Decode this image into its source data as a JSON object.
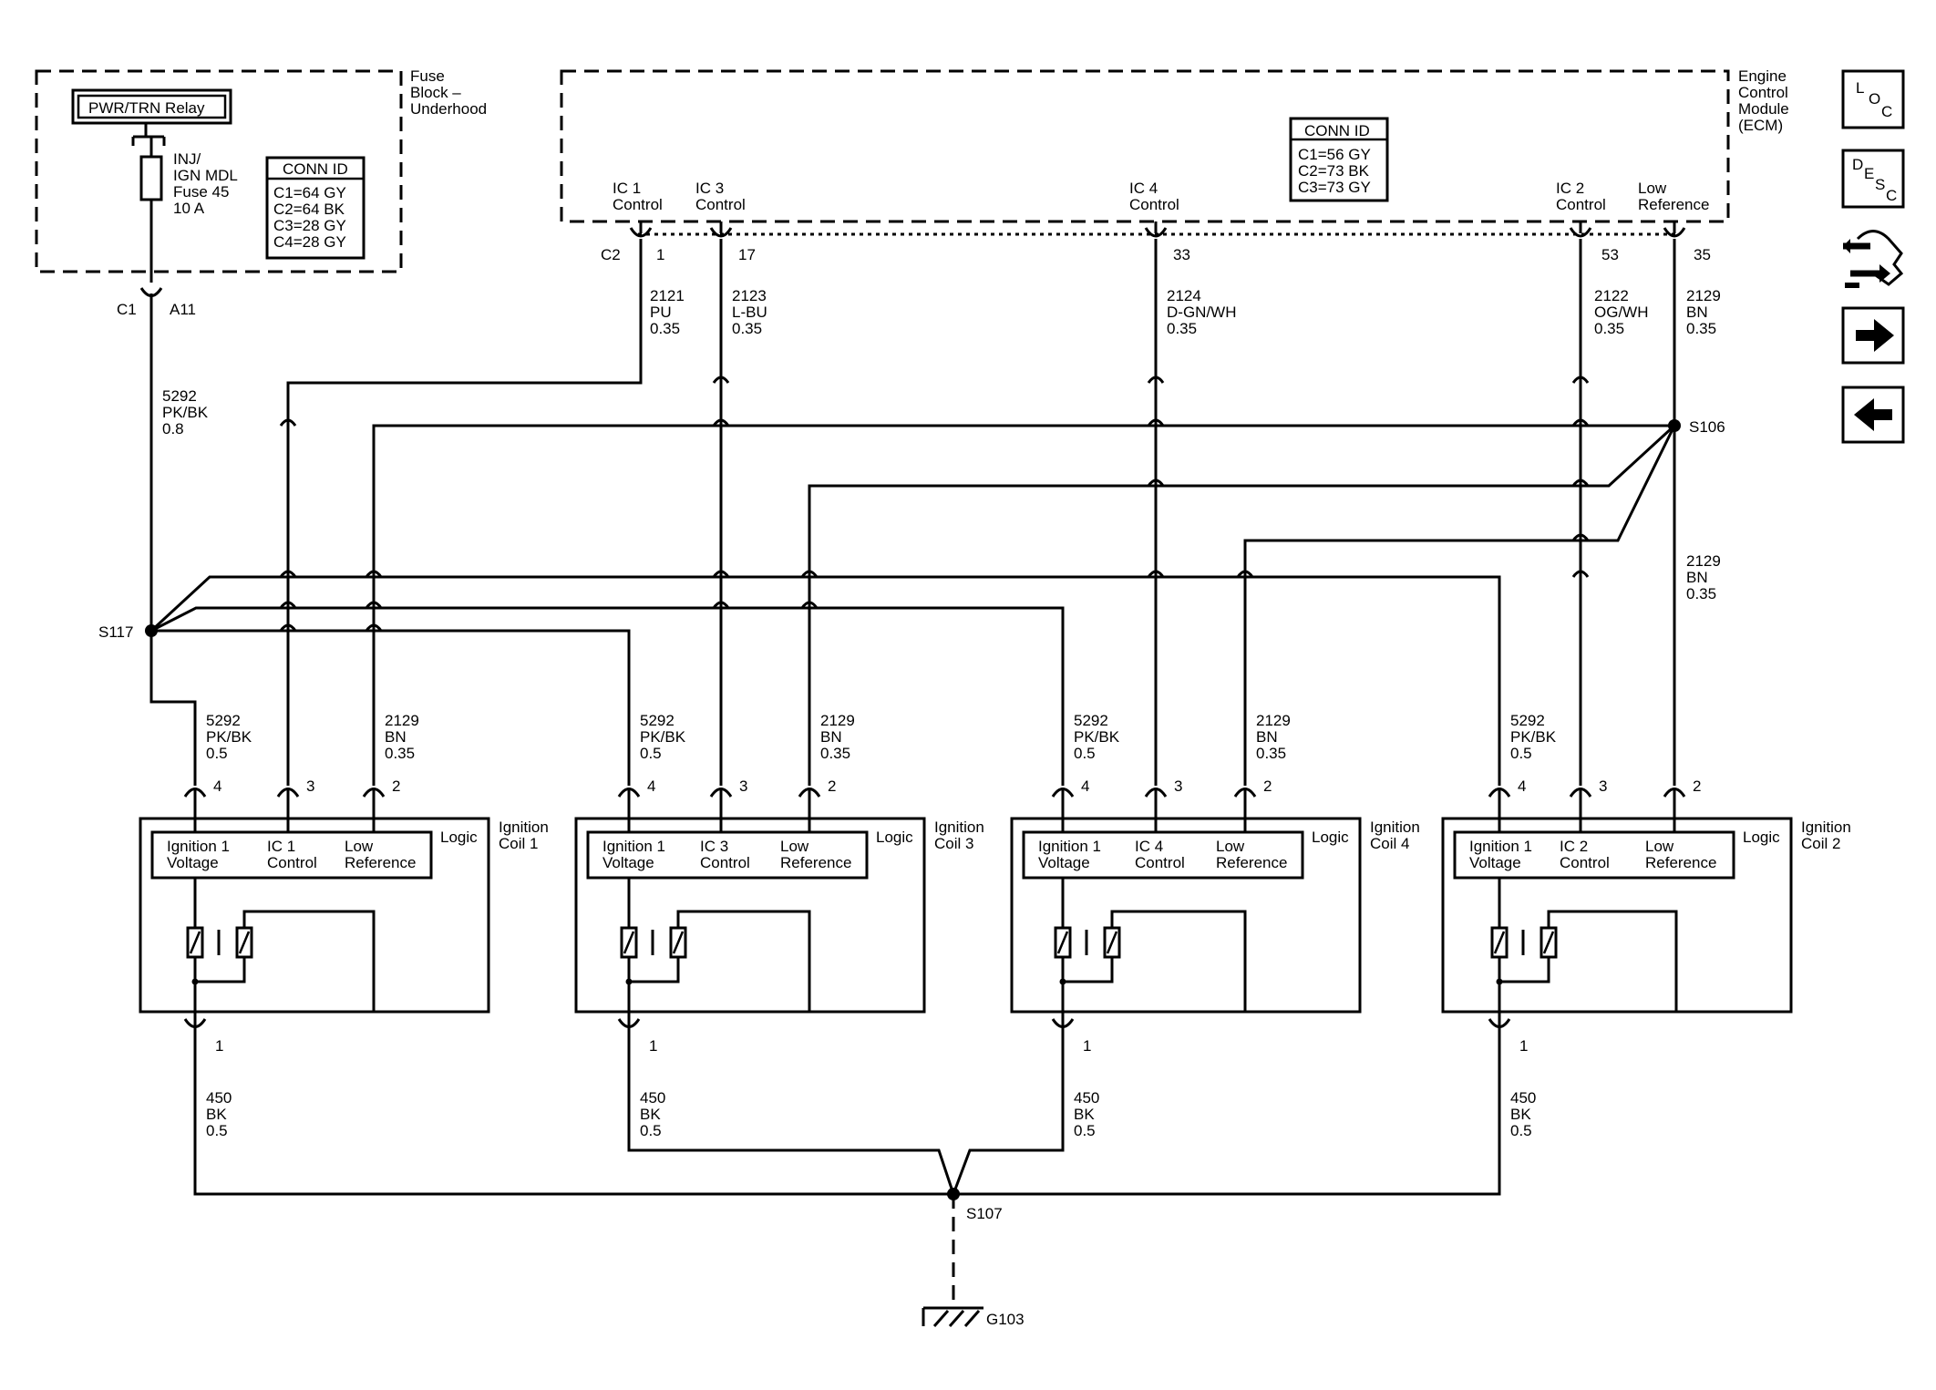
{
  "fuse_block": {
    "title_lines": [
      "Fuse",
      "Block –",
      "Underhood"
    ],
    "relay_label": "PWR/TRN Relay",
    "fuse_lines": [
      "INJ/",
      "IGN MDL",
      "Fuse 45",
      "10 A"
    ],
    "conn_id_title": "CONN ID",
    "conn_id_lines": [
      "C1=64 GY",
      "C2=64 BK",
      "C3=28 GY",
      "C4=28 GY"
    ],
    "connector": "C1",
    "pin": "A11"
  },
  "ecm": {
    "title_lines": [
      "Engine",
      "Control",
      "Module",
      "(ECM)"
    ],
    "conn_id_title": "CONN ID",
    "conn_id_lines": [
      "C1=56 GY",
      "C2=73 BK",
      "C3=73 GY"
    ],
    "connector": "C2",
    "pins": [
      {
        "label_lines": [
          "IC 1",
          "Control"
        ],
        "pin": "1"
      },
      {
        "label_lines": [
          "IC 3",
          "Control"
        ],
        "pin": "17"
      },
      {
        "label_lines": [
          "IC 4",
          "Control"
        ],
        "pin": "33"
      },
      {
        "label_lines": [
          "IC 2",
          "Control"
        ],
        "pin": "53"
      },
      {
        "label_lines": [
          "Low",
          "Reference"
        ],
        "pin": "35"
      }
    ]
  },
  "wires": {
    "w2121": [
      "2121",
      "PU",
      "0.35"
    ],
    "w2123": [
      "2123",
      "L-BU",
      "0.35"
    ],
    "w2124": [
      "2124",
      "D-GN/WH",
      "0.35"
    ],
    "w2122": [
      "2122",
      "OG/WH",
      "0.35"
    ],
    "w2129_top": [
      "2129",
      "BN",
      "0.35"
    ],
    "w2129_mid": [
      "2129",
      "BN",
      "0.35"
    ],
    "w5292_main": [
      "5292",
      "PK/BK",
      "0.8"
    ]
  },
  "splices": {
    "s106": "S106",
    "s117": "S117",
    "s107": "S107",
    "g103": "G103"
  },
  "coils": [
    {
      "name_lines": [
        "Ignition",
        "Coil 1"
      ],
      "ic_lines": [
        "IC 1",
        "Control"
      ]
    },
    {
      "name_lines": [
        "Ignition",
        "Coil 3"
      ],
      "ic_lines": [
        "IC 3",
        "Control"
      ]
    },
    {
      "name_lines": [
        "Ignition",
        "Coil 4"
      ],
      "ic_lines": [
        "IC 4",
        "Control"
      ]
    },
    {
      "name_lines": [
        "Ignition",
        "Coil 2"
      ],
      "ic_lines": [
        "IC 2",
        "Control"
      ]
    }
  ],
  "coil_common": {
    "logic": "Logic",
    "ign_lines": [
      "Ignition 1",
      "Voltage"
    ],
    "lowref_lines": [
      "Low",
      "Reference"
    ],
    "pin_ign": "4",
    "pin_ic": "3",
    "pin_lowref": "2",
    "pin_ground": "1",
    "wire_5292": [
      "5292",
      "PK/BK",
      "0.5"
    ],
    "wire_2129": [
      "2129",
      "BN",
      "0.35"
    ],
    "wire_450": [
      "450",
      "BK",
      "0.5"
    ]
  },
  "nav": {
    "loc": [
      "L",
      "O",
      "C"
    ],
    "desc": [
      "D",
      "E",
      "S",
      "C"
    ],
    "connector_icon": "connector-icon",
    "next_icon": "arrow-right-icon",
    "prev_icon": "arrow-left-icon"
  }
}
